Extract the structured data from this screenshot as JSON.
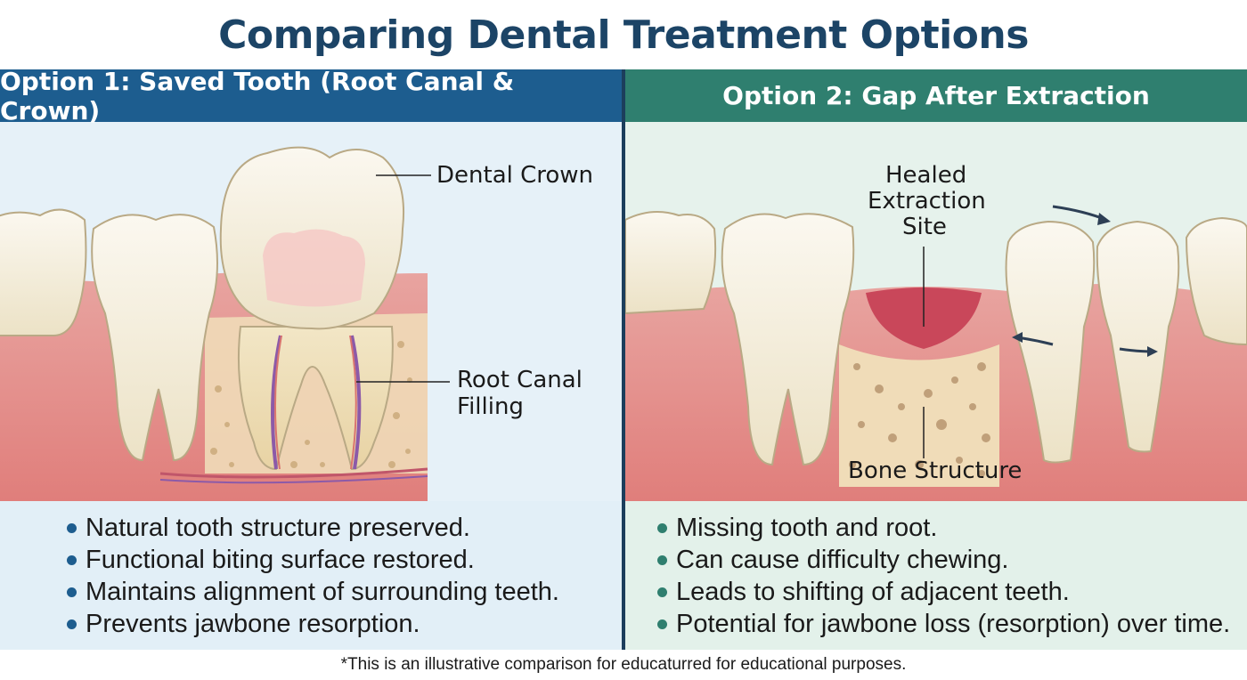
{
  "title": "Comparing Dental Treatment Options",
  "option1": {
    "header": "Option 1: Saved Tooth (Root Canal & Crown)",
    "labels": {
      "crown": "Dental Crown",
      "root_canal_line1": "Root Canal",
      "root_canal_line2": "Filling"
    },
    "bullets": [
      "Natural tooth structure preserved.",
      "Functional biting surface restored.",
      "Maintains alignment of surrounding teeth.",
      "Prevents jawbone resorption."
    ]
  },
  "option2": {
    "header": "Option 2: Gap After Extraction",
    "labels": {
      "site_line1": "Healed",
      "site_line2": "Extraction",
      "site_line3": "Site",
      "bone": "Bone Structure"
    },
    "bullets": [
      "Missing tooth and root.",
      "Can cause difficulty chewing.",
      "Leads to shifting of adjacent teeth.",
      "Potential for jawbone loss (resorption) over time."
    ]
  },
  "footnote": "*This is an illustrative comparison for educaturred for educational purposes.",
  "colors": {
    "title": "#1c4466",
    "option1_header": "#1d5d8f",
    "option2_header": "#2f7f6f",
    "gum": "#e58f8c",
    "tooth": "#f4efe1"
  }
}
